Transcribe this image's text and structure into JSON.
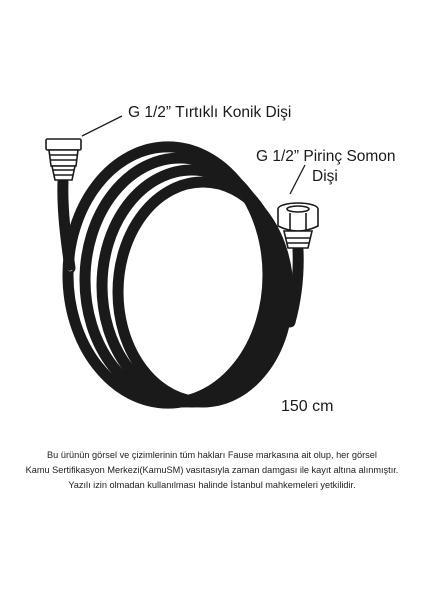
{
  "labels": {
    "conical_fitting": "G 1/2” Tırtıklı Konik Dişi",
    "brass_nut_line1": "G 1/2” Pirinç Somon",
    "brass_nut_line2": "Dişi",
    "hose_length": "150 cm"
  },
  "notice": [
    "Bu ürünün görsel ve çizimlerinin tüm hakları Fause markasına ait olup, her görsel",
    "Kamu Sertifikasyon Merkezi(KamuSM) vasıtasıyla zaman damgası ile kayıt altına alınmıştır.",
    "Yazılı izin olmadan kullanılması halinde İstanbul mahkemeleri yetkilidir."
  ],
  "colors": {
    "stroke": "#1a1a1a",
    "background": "#ffffff"
  }
}
